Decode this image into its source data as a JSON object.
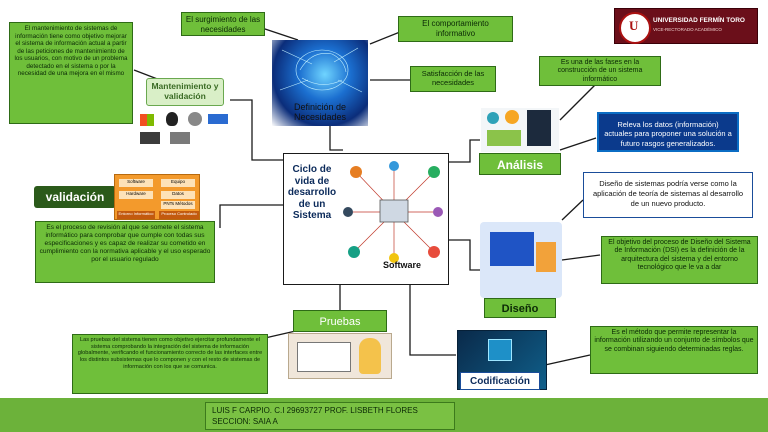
{
  "center": {
    "title": "Ciclo de vida de desarrollo de un Sistema",
    "software_label": "Software"
  },
  "top": {
    "surgimiento": "El surgimiento de las necesidades",
    "comportamiento": "El comportamiento informativo",
    "satisfaccion": "Satisfacción de las necesidades",
    "definicion": "Definición de Necesidades"
  },
  "mantenimiento": {
    "label": "Mantenimiento y validación",
    "desc": "El mantenimiento de sistemas de información tiene como objetivo mejorar el sistema de información actual a partir de las peticiones de mantenimiento de los usuarios, con motivo de un problema detectado en el sistema o por la necesidad de una mejora en el mismo"
  },
  "validacion": {
    "label": "validación",
    "desc": "Es el proceso de revisión al que se somete el sistema informático para comprobar que cumple con todas sus especificaciones y es capaz de realizar su cometido en cumplimiento con la normativa aplicable y el uso esperado por el usuario regulado",
    "diagram": [
      "Software",
      "Equipo",
      "Hardware",
      "Datos",
      "PNTs Métodos",
      "Entorno Informático",
      "Proceso Controlado"
    ]
  },
  "pruebas": {
    "label": "Pruebas",
    "desc": "Las pruebas del sistema tienen como objetivo ejercitar profundamente el sistema comprobando la integración del sistema de información globalmente, verificando el funcionamiento correcto de las interfaces entre los distintos subsistemas que lo componen y con el resto de sistemas de información con los que se comunica."
  },
  "analisis": {
    "label": "Análisis",
    "desc1": "Es una de las fases en la construcción de un sistema informático",
    "desc2": "Releva los datos (información) actuales para proponer una solución a futuro rasgos generalizados."
  },
  "diseno": {
    "label": "Diseño",
    "desc1": "Diseño de sistemas podría verse como la aplicación de teoría de sistemas al desarrollo de un nuevo producto.",
    "desc2": "El objetivo del proceso de Diseño del Sistema de Información (DSI) es la definición de la arquitectura del sistema y del entorno tecnológico que le va a dar"
  },
  "codificacion": {
    "label": "Codificación",
    "desc": "Es el método que permite representar la información utilizando un conjunto de símbolos que se combinan siguiendo determinadas reglas."
  },
  "logo": {
    "text": "UNIVERSIDAD FERMÍN TORO",
    "sub": "VICE-RECTORADO ACADÉMICO"
  },
  "footer": {
    "line1": "LUIS F CARPIO.    C.I 29693727     PROF. LISBETH FLORES",
    "line2": "SECCION: SAIA A"
  },
  "colors": {
    "green": "#6fbf3a",
    "dark_green": "#2b5a1a",
    "blue": "#0b3a8c"
  }
}
